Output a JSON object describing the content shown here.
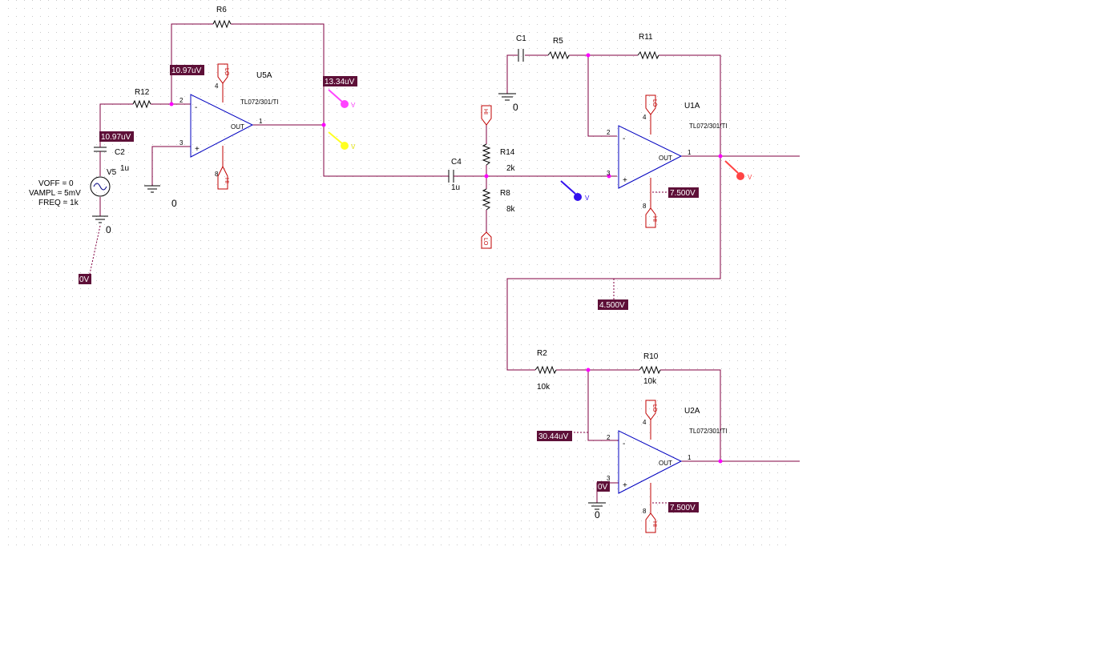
{
  "components": {
    "R6": {
      "ref": "R6"
    },
    "R12": {
      "ref": "R12"
    },
    "C2": {
      "ref": "C2",
      "value": "1u"
    },
    "V5": {
      "ref": "V5",
      "voff": "VOFF = 0",
      "vampl": "VAMPL = 5mV",
      "freq": "FREQ = 1k"
    },
    "U5A": {
      "ref": "U5A",
      "part": "TL072/301/TI"
    },
    "C4": {
      "ref": "C4",
      "value": "1u"
    },
    "R14": {
      "ref": "R14",
      "value": "2k"
    },
    "R8": {
      "ref": "R8",
      "value": "8k"
    },
    "C1": {
      "ref": "C1"
    },
    "R5": {
      "ref": "R5"
    },
    "R11": {
      "ref": "R11"
    },
    "U1A": {
      "ref": "U1A",
      "part": "TL072/301/TI"
    },
    "R2": {
      "ref": "R2",
      "value": "10k"
    },
    "R10": {
      "ref": "R10",
      "value": "10k"
    },
    "U2A": {
      "ref": "U2A",
      "part": "TL072/301/TI"
    }
  },
  "pins": {
    "inv": "2",
    "noninv": "3",
    "out": "1",
    "vneg": "4",
    "vpos": "8",
    "minus": "-",
    "plus": "+",
    "out_label": "OUT"
  },
  "power": {
    "hi": "HI",
    "lo": "LO"
  },
  "grounds": {
    "gnd_u5a": "0",
    "gnd_v5": "0",
    "gnd_c1": "0",
    "gnd_u2a": "0"
  },
  "voltages": {
    "v_r6_left": "10.97uV",
    "v_c2": "10.97uV",
    "v_u5a_out": "13.34uV",
    "v_v5_gnd": "0V",
    "v_u1a_pin8": "7.500V",
    "v_mid_bias": "4.500V",
    "v_u2a_inv": "30.44uV",
    "v_u2a_noninv": "0V",
    "v_u2a_pin8": "7.500V"
  },
  "probes": {
    "probe_magenta": {
      "label": "V",
      "color": "#ff44ff"
    },
    "probe_yellow": {
      "label": "V",
      "color": "#ffff22"
    },
    "probe_blue": {
      "label": "V",
      "color": "#3311ee"
    },
    "probe_red": {
      "label": "V",
      "color": "#ff4444"
    }
  }
}
